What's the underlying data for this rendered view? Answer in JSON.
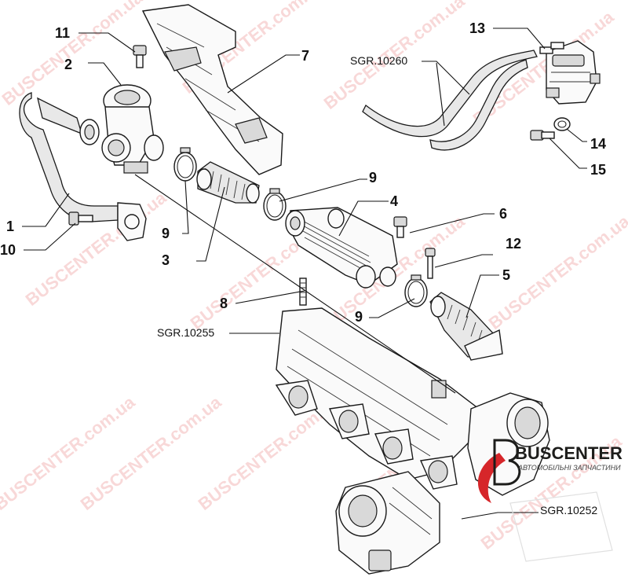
{
  "watermark": "BUSCENTER.com.ua",
  "logo": {
    "name": "BUSCENTER",
    "subtitle": "АВТОМОБІЛЬНІ ЗАПЧАСТИНИ"
  },
  "callouts": {
    "p1": "1",
    "p2": "2",
    "p3": "3",
    "p4": "4",
    "p5": "5",
    "p6": "6",
    "p7": "7",
    "p8": "8",
    "p9a": "9",
    "p9b": "9",
    "p9c": "9",
    "p10": "10",
    "p11": "11",
    "p12": "12",
    "p13": "13",
    "p14": "14",
    "p15": "15"
  },
  "references": {
    "r10260": "SGR.10260",
    "r10255": "SGR.10255",
    "r10252": "SGR.10252"
  },
  "colors": {
    "watermark": "#f3b9b9",
    "logo_red": "#d6262a",
    "line": "#1a1a1a"
  }
}
